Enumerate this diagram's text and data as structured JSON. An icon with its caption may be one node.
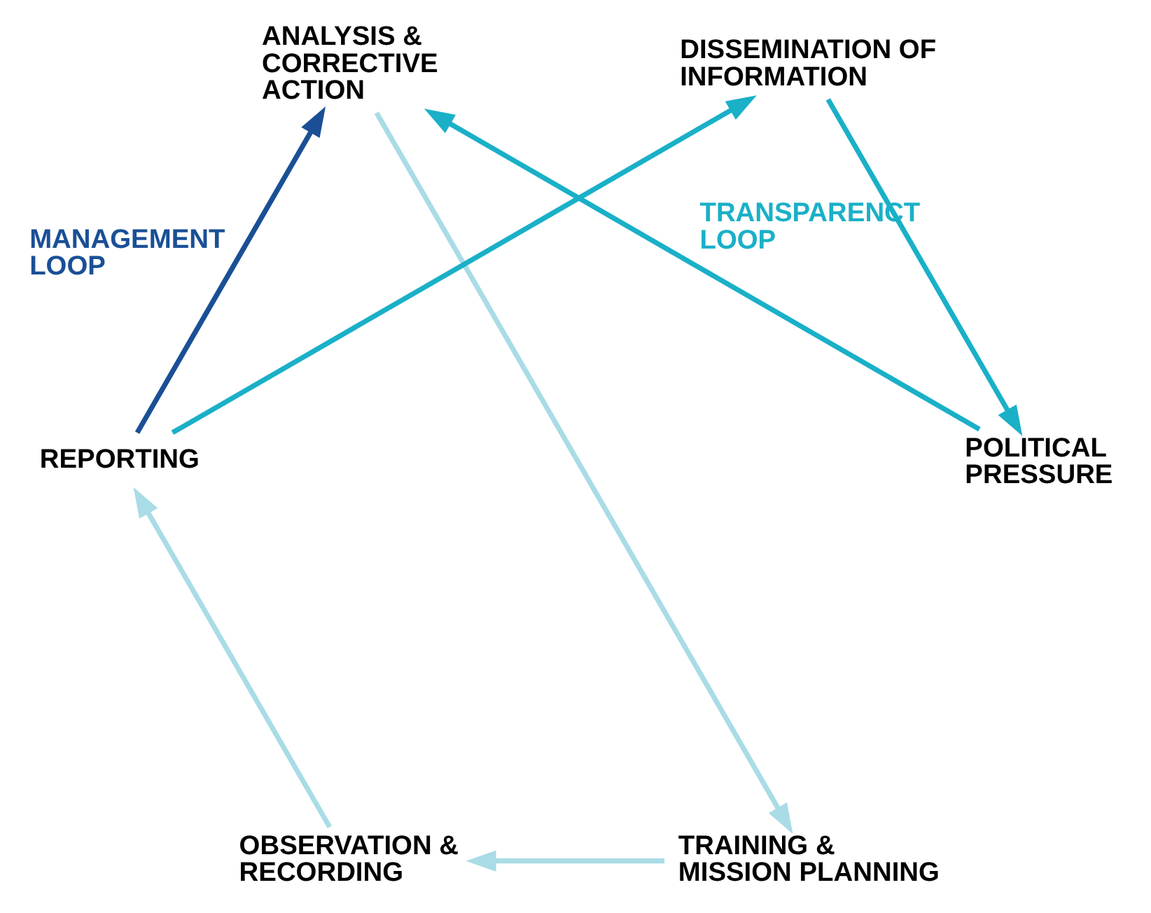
{
  "diagram": {
    "nodes": [
      {
        "text": [
          "POLITICAL PRESSURE"
        ]
      },
      {
        "text": [
          "ANALYSIS & CORRECTIVE ACTION"
        ]
      },
      {
        "text": [
          "TRAINING & MISSION PLANNING"
        ]
      },
      {
        "text": [
          "OBSERVATION & RECORDING"
        ]
      },
      {
        "text": [
          "REPORTING"
        ]
      },
      {
        "text": [
          "DISSEMINATION OF INFORMATION"
        ]
      }
    ],
    "edges": [
      {
        "from": 5,
        "to": 0,
        "arrow": "to",
        "label": "TRANSPARENCT LOOP",
        "color": "#1ab0c8"
      },
      {
        "from": 0,
        "to": 1,
        "arrow": "to",
        "color": "#1ab0c8"
      },
      {
        "from": 1,
        "to": 2,
        "arrow": "to",
        "color": "#a9dce6"
      },
      {
        "from": 2,
        "to": 3,
        "arrow": "to",
        "color": "#a9dce6"
      },
      {
        "from": 3,
        "to": 4,
        "arrow": "to",
        "color": "#a9dce6"
      },
      {
        "from": 4,
        "to": 5,
        "arrow": "to",
        "color": "#1ab0c8"
      },
      {
        "from": 4,
        "to": 1,
        "arrow": "to",
        "label": "MANAGEMENT LOOP",
        "color": "#1a4f96"
      }
    ]
  }
}
